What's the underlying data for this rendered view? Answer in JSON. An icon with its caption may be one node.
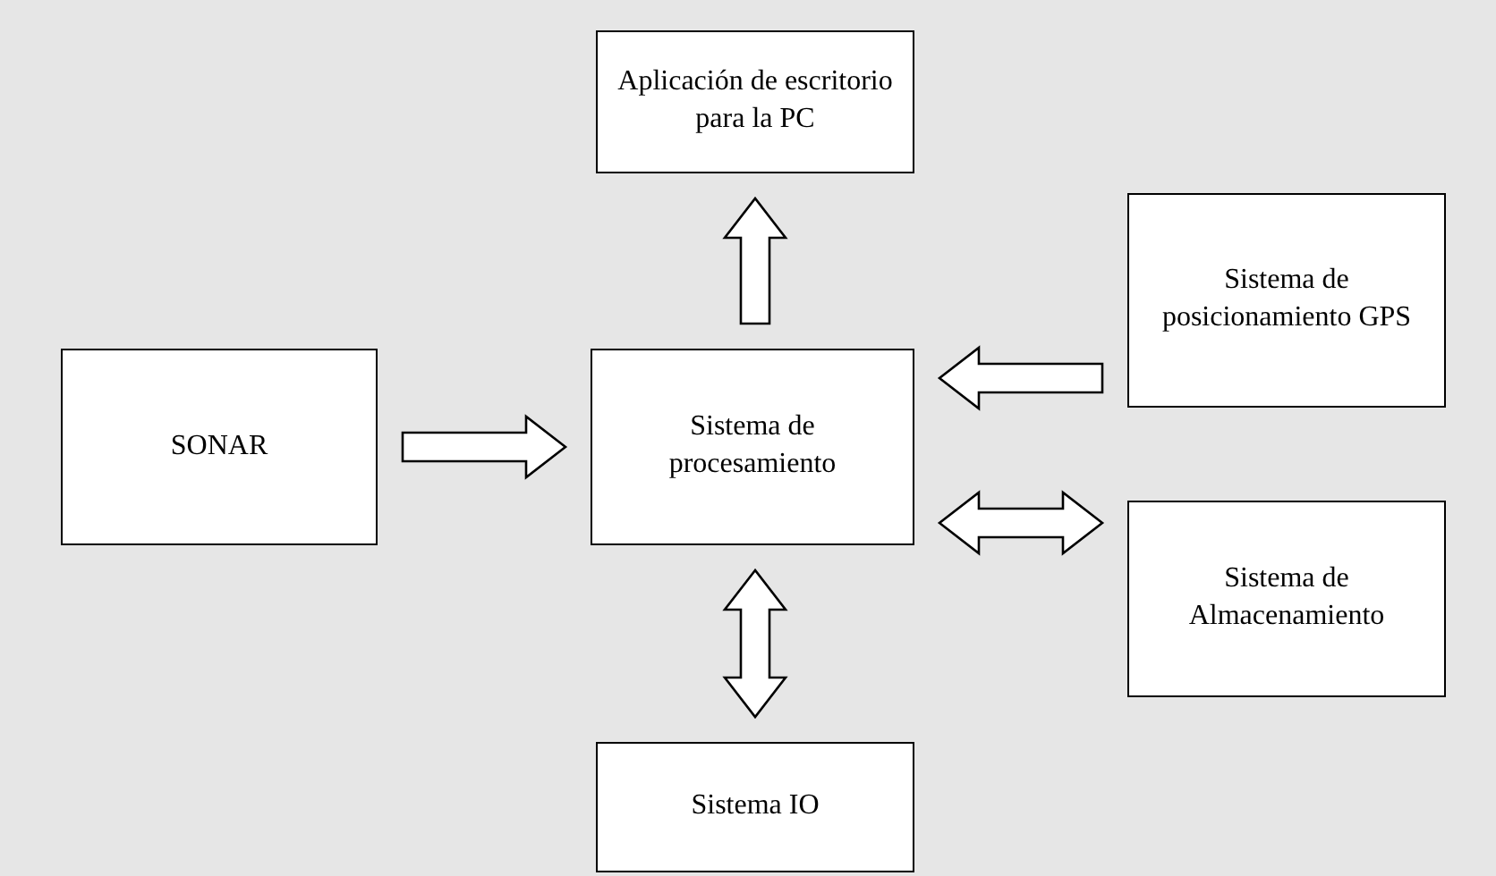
{
  "diagram": {
    "nodes": [
      {
        "text": [
          "Aplicación de escritorio para la PC"
        ]
      },
      {
        "text": [
          "Sistema de posicionamiento GPS"
        ]
      },
      {
        "text": [
          "SONAR"
        ]
      },
      {
        "text": [
          "Sistema de procesamiento"
        ]
      },
      {
        "text": [
          "Sistema de Almacenamiento"
        ]
      },
      {
        "text": [
          "Sistema IO"
        ]
      }
    ],
    "edges": [
      {
        "from": 2,
        "to": 3,
        "arrow": "to"
      },
      {
        "from": 3,
        "to": 0,
        "arrow": "to"
      },
      {
        "from": 1,
        "to": 3,
        "arrow": "to"
      },
      {
        "from": 3,
        "to": 4,
        "arrow": "both"
      },
      {
        "from": 3,
        "to": 5,
        "arrow": "both"
      }
    ]
  }
}
